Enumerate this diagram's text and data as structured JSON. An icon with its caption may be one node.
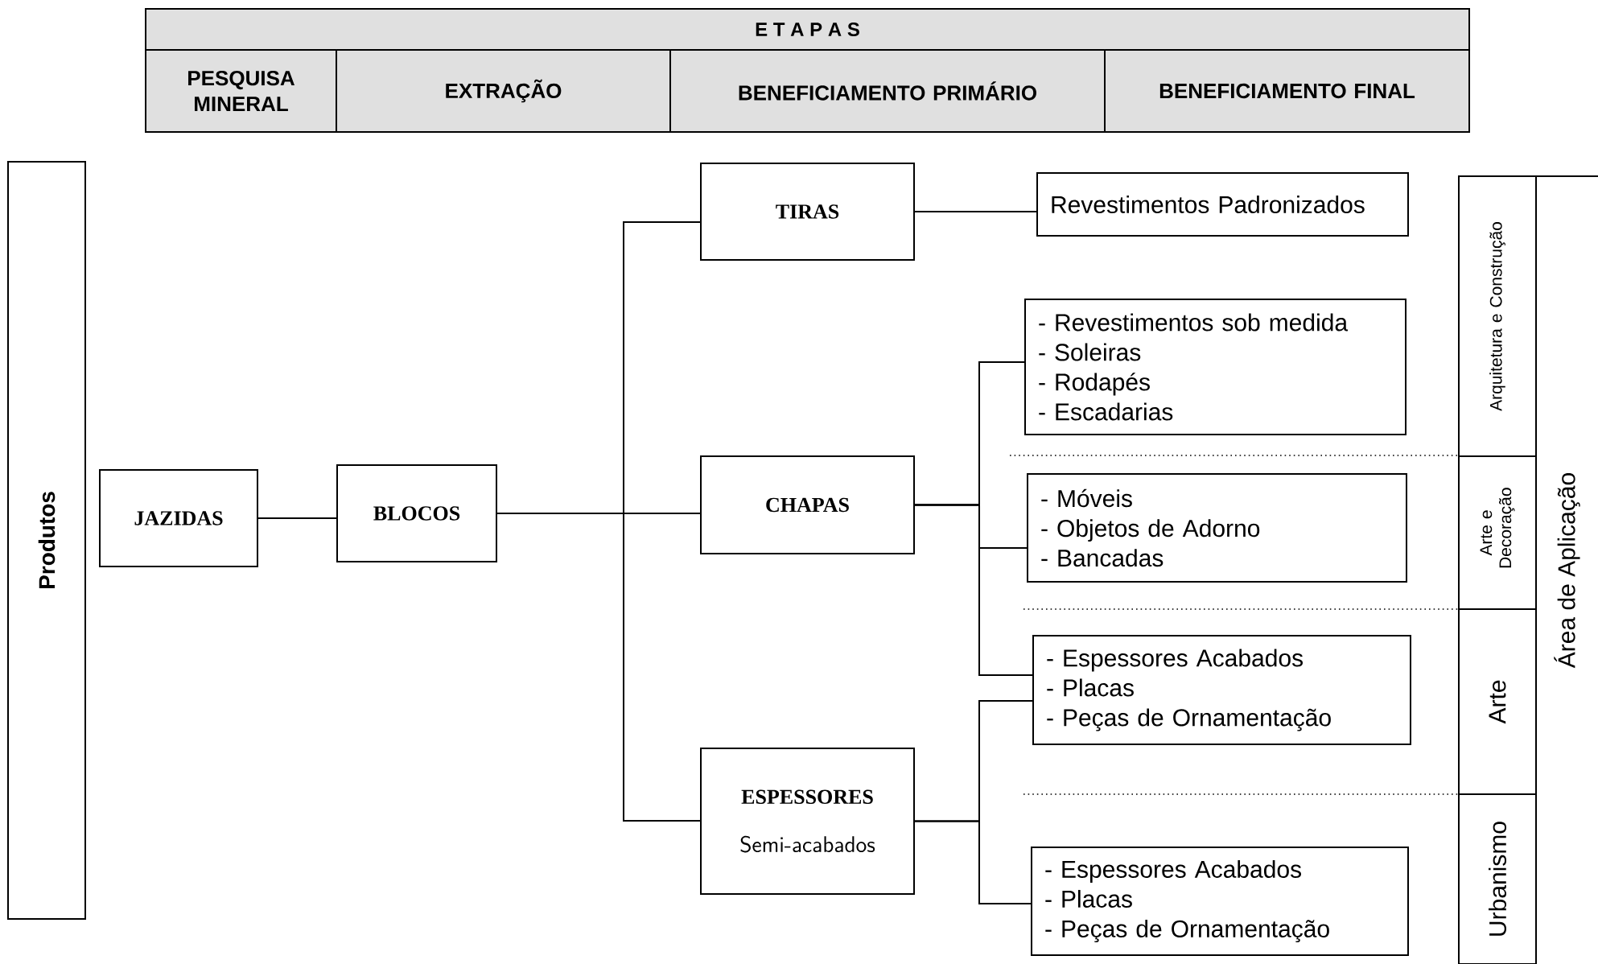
{
  "diagram": {
    "nodes": [
      {
        "text": [
          "Produtos"
        ]
      },
      {
        "text": [
          "JAZIDAS"
        ]
      },
      {
        "text": [
          "BLOCOS"
        ]
      },
      {
        "text": [
          "TIRAS"
        ]
      },
      {
        "text": [
          "CHAPAS"
        ]
      },
      {
        "text": [
          "ESPESSORES",
          "Semi-acabados"
        ]
      },
      {
        "text": [
          "Revestimentos Padronizados"
        ]
      },
      {
        "text": [
          "- Revestimentos sob medida",
          "- Soleiras",
          "- Rodapés",
          "- Escadarias"
        ]
      },
      {
        "text": [
          "- Móveis",
          "- Objetos de Adorno",
          "- Bancadas"
        ]
      },
      {
        "text": [
          "- Espessores Acabados",
          "- Placas",
          "- Peças de Ornamentação"
        ]
      },
      {
        "text": [
          "- Espessores Acabados",
          "- Placas",
          "- Peças de Ornamentação"
        ]
      },
      {
        "text": [
          "Arquitetura e Construção"
        ]
      },
      {
        "text": [
          "Arte e Decoração"
        ]
      },
      {
        "text": [
          "Arte"
        ]
      },
      {
        "text": [
          "Urbanismo"
        ]
      },
      {
        "text": [
          "Área de Aplicação"
        ]
      }
    ],
    "edges": [
      {
        "from": 1,
        "to": 2,
        "arrow": "none"
      },
      {
        "from": 2,
        "to": 3,
        "arrow": "none"
      },
      {
        "from": 2,
        "to": 4,
        "arrow": "none"
      },
      {
        "from": 2,
        "to": 5,
        "arrow": "none"
      },
      {
        "from": 3,
        "to": 6,
        "arrow": "none"
      },
      {
        "from": 4,
        "to": 7,
        "arrow": "none"
      },
      {
        "from": 4,
        "to": 8,
        "arrow": "none"
      },
      {
        "from": 4,
        "to": 9,
        "arrow": "none"
      },
      {
        "from": 5,
        "to": 9,
        "arrow": "none"
      },
      {
        "from": 5,
        "to": 10,
        "arrow": "none"
      }
    ],
    "labels": [
      "E T A P A S",
      "PESQUISA MINERAL",
      "EXTRAÇÃO",
      "BENEFICIAMENTO PRIMÁRIO",
      "BENEFICIAMENTO FINAL"
    ]
  }
}
